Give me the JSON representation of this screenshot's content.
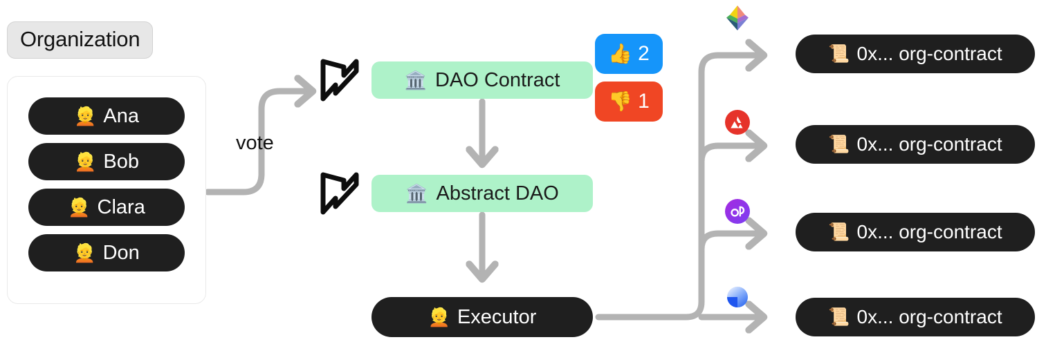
{
  "diagram": {
    "title": "NEAR Abstract DAO multichain execution flow",
    "colors": {
      "dark_pill": "#1f1f1f",
      "green_box": "#aef2c9",
      "label_gray": "#e7e7e7",
      "wire_gray": "#b3b3b3",
      "upvote_blue": "#1595fa",
      "downvote_red": "#f04624",
      "canvas": "#ffffff"
    }
  },
  "organization": {
    "label": "Organization",
    "members": [
      {
        "emoji": "👱",
        "name": "Ana"
      },
      {
        "emoji": "👱",
        "name": "Bob"
      },
      {
        "emoji": "👱",
        "name": "Clara"
      },
      {
        "emoji": "👱",
        "name": "Don"
      }
    ]
  },
  "edges": {
    "vote_label": "vote"
  },
  "pipeline": {
    "near_icon_name": "near-protocol-logo",
    "dao_contract": {
      "emoji": "🏛️",
      "label": "DAO Contract"
    },
    "abstract_dao": {
      "emoji": "🏛️",
      "label": "Abstract DAO"
    },
    "executor": {
      "emoji": "👱",
      "label": "Executor"
    }
  },
  "votes": {
    "up": {
      "emoji": "👍",
      "count": "2"
    },
    "down": {
      "emoji": "👎",
      "count": "1"
    }
  },
  "chains": [
    {
      "icon": "ethereum-icon",
      "name": "Ethereum"
    },
    {
      "icon": "avalanche-icon",
      "name": "Avalanche"
    },
    {
      "icon": "polygon-icon",
      "name": "Polygon"
    },
    {
      "icon": "aurora-icon",
      "name": "Aurora"
    }
  ],
  "contracts": [
    {
      "emoji": "📜",
      "label": "0x... org-contract"
    },
    {
      "emoji": "📜",
      "label": "0x... org-contract"
    },
    {
      "emoji": "📜",
      "label": "0x... org-contract"
    },
    {
      "emoji": "📜",
      "label": "0x... org-contract"
    }
  ]
}
